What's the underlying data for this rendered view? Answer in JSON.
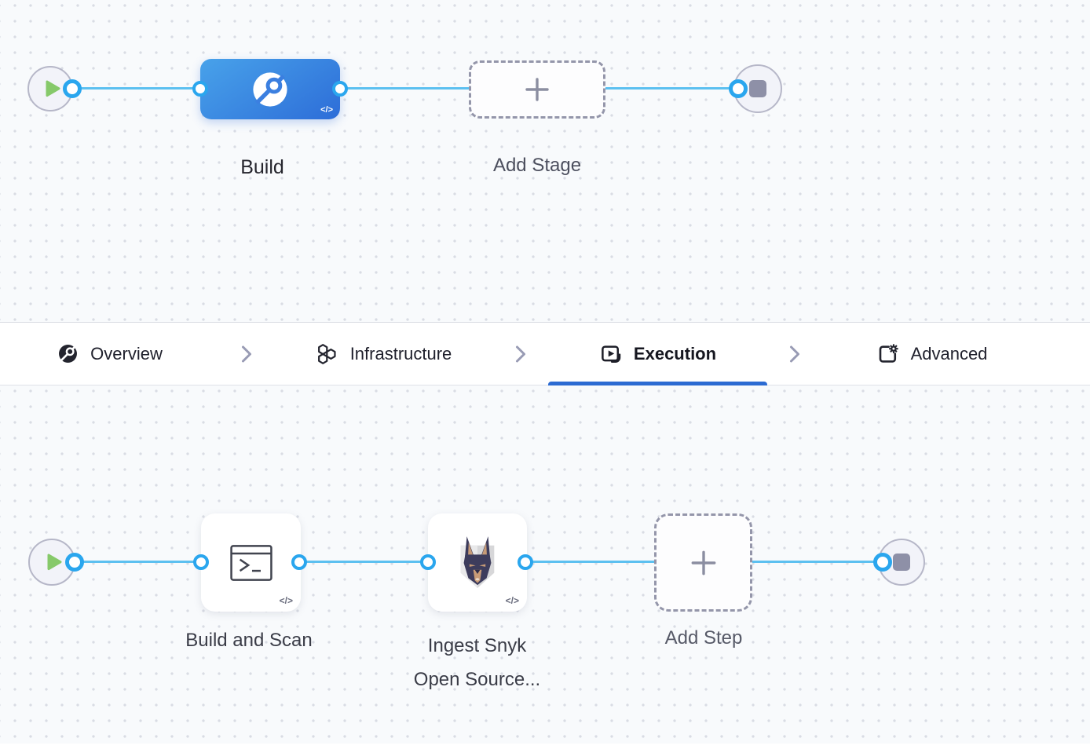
{
  "stage_canvas": {
    "start_node": {
      "icon": "play-icon"
    },
    "stage": {
      "label": "Build",
      "icon": "ci-build-icon",
      "code_badge": "</>"
    },
    "add_stage": {
      "label": "Add Stage",
      "icon": "plus-icon"
    },
    "end_node": {
      "icon": "stop-icon"
    }
  },
  "tab_bar": {
    "tabs": [
      {
        "label": "Overview",
        "icon": "ci-overview-icon",
        "active": false
      },
      {
        "label": "Infrastructure",
        "icon": "hexagons-icon",
        "active": false
      },
      {
        "label": "Execution",
        "icon": "execution-play-icon",
        "active": true
      },
      {
        "label": "Advanced",
        "icon": "document-gear-icon",
        "active": false
      }
    ],
    "separator_icon": "chevron-right-icon",
    "active_underline_color": "#2c6bd2"
  },
  "step_canvas": {
    "start_node": {
      "icon": "play-icon"
    },
    "steps": [
      {
        "label": "Build and Scan",
        "icon": "terminal-icon",
        "code_badge": "</>"
      },
      {
        "label_line1": "Ingest Snyk",
        "label_line2": "Open Source...",
        "icon": "snyk-doberman-logo",
        "code_badge": "</>"
      }
    ],
    "add_step": {
      "label": "Add Step",
      "icon": "plus-icon"
    },
    "end_node": {
      "icon": "stop-icon"
    }
  },
  "colors": {
    "canvas_background": "#f8fafc",
    "grid_dot": "#d9dce4",
    "connector_line": "#5cc0f0",
    "port_ring": "#2aa6ee",
    "stage_gradient_start": "#48a2ea",
    "stage_gradient_end": "#2d6dd8",
    "active_tab_underline": "#2c6bd2",
    "play_green": "#86c96a",
    "stop_gray": "#8e90a7"
  }
}
